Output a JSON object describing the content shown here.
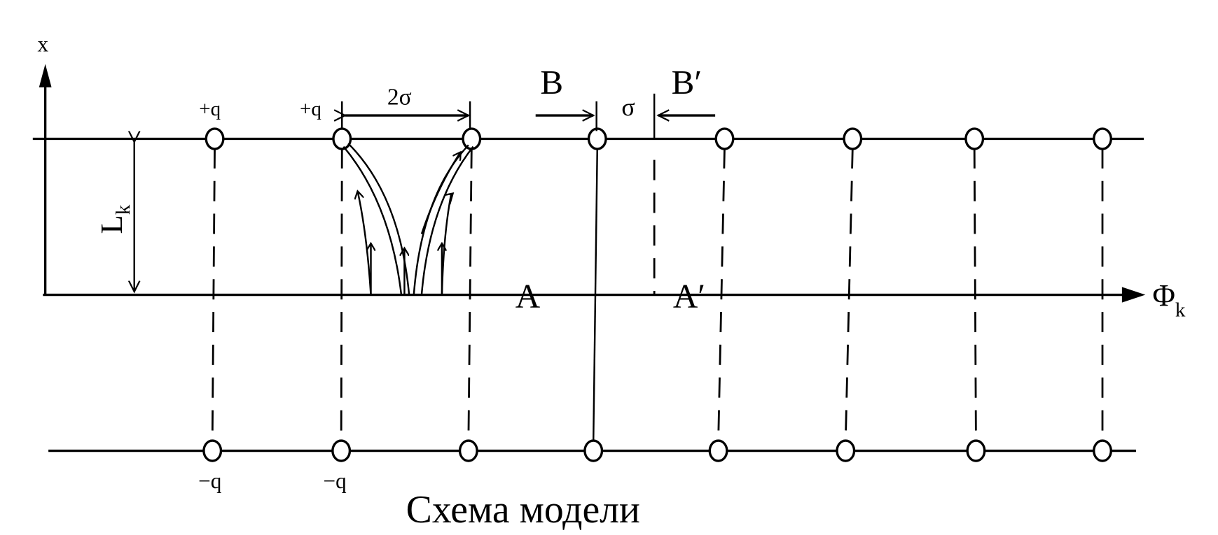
{
  "labels": {
    "x_axis": "x",
    "phi_axis": "Φ",
    "phi_sub": "k",
    "L": "L",
    "L_sub": "k",
    "plus_q": "+q",
    "minus_q": "−q",
    "two_sigma": "2σ",
    "sigma": "σ",
    "B": "B",
    "B_prime": "B′",
    "A": "A",
    "A_prime": "A′",
    "caption": "Схема модели"
  },
  "top_charges": 8,
  "bottom_charges": 8
}
